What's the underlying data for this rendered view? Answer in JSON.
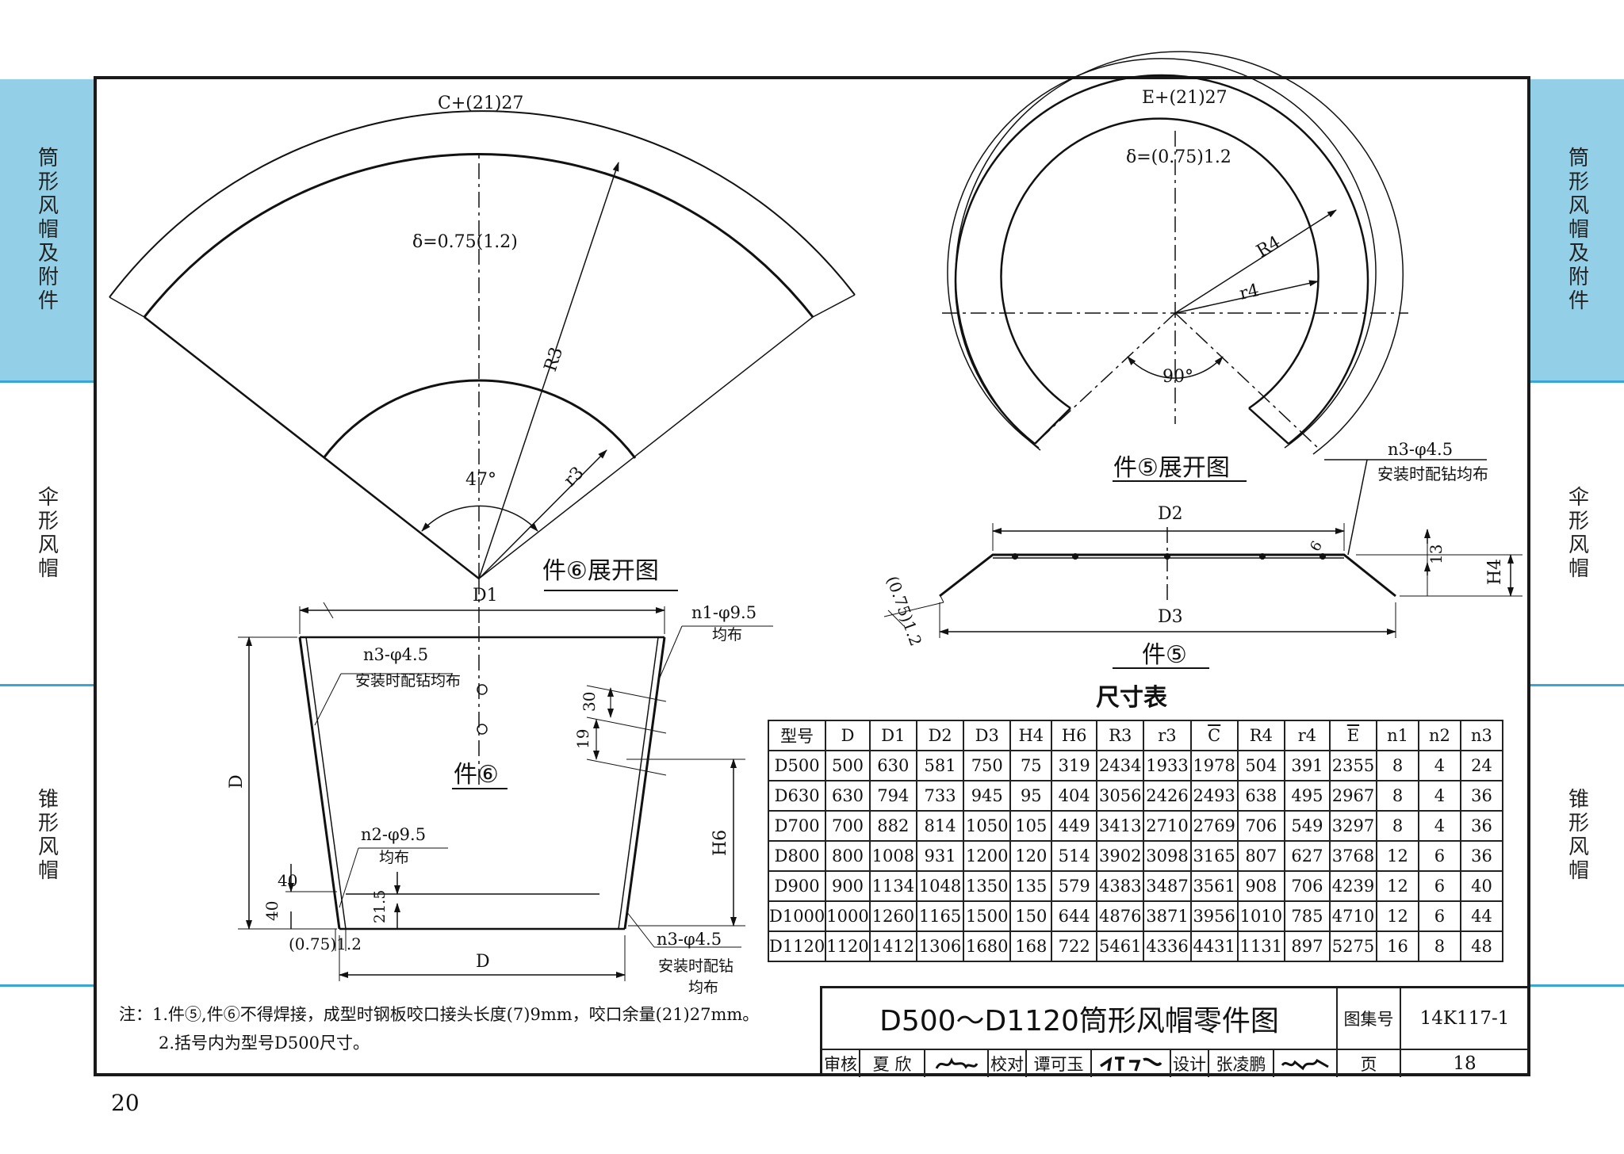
{
  "side_tabs_left": [
    "筒形风帽及附件",
    "伞形风帽",
    "锥形风帽"
  ],
  "side_tabs_right": [
    "筒形风帽及附件",
    "伞形风帽",
    "锥形风帽"
  ],
  "drawing": {
    "part6_unfold": {
      "arc_label": "C+(21)27",
      "thickness": "δ=0.75(1.2)",
      "r_big": "R3",
      "r_small": "r3",
      "angle": "47°",
      "caption": "件⑥展开图",
      "d1": "D1"
    },
    "part5_unfold": {
      "arc_label": "E+(21)27",
      "thickness": "δ=(0.75)1.2",
      "r_big": "R4",
      "r_small": "r4",
      "angle": "90°",
      "caption": "件⑤展开图"
    },
    "part5": {
      "caption": "件⑤",
      "d2": "D2",
      "d3": "D3",
      "h4": "H4",
      "dim13": "13",
      "dim6": "6",
      "thick": "(0.75)1.2",
      "hole_note_1": "n3-φ4.5",
      "hole_note_2": "安装时配钻均布"
    },
    "part6": {
      "caption": "件⑥",
      "d1": "D1",
      "d": "D",
      "d_left": "D",
      "h6": "H6",
      "n1_1": "n1-φ9.5",
      "n1_2": "均布",
      "n3a_1": "n3-φ4.5",
      "n3a_2": "安装时配钻均布",
      "n2_1": "n2-φ9.5",
      "n2_2": "均布",
      "n3b_1": "n3-φ4.5",
      "n3b_2": "安装时配钻",
      "n3b_3": "均布",
      "dim30": "30",
      "dim19": "19",
      "dim40a": "40",
      "dim40b": "40",
      "dim215": "21.5",
      "thick": "(0.75)1.2"
    }
  },
  "table": {
    "title": "尺寸表",
    "headers": [
      "型号",
      "D",
      "D1",
      "D2",
      "D3",
      "H4",
      "H6",
      "R3",
      "r3",
      "C",
      "R4",
      "r4",
      "E",
      "n1",
      "n2",
      "n3"
    ],
    "rows": [
      [
        "D500",
        "500",
        "630",
        "581",
        "750",
        "75",
        "319",
        "2434",
        "1933",
        "1978",
        "504",
        "391",
        "2355",
        "8",
        "4",
        "24"
      ],
      [
        "D630",
        "630",
        "794",
        "733",
        "945",
        "95",
        "404",
        "3056",
        "2426",
        "2493",
        "638",
        "495",
        "2967",
        "8",
        "4",
        "36"
      ],
      [
        "D700",
        "700",
        "882",
        "814",
        "1050",
        "105",
        "449",
        "3413",
        "2710",
        "2769",
        "706",
        "549",
        "3297",
        "8",
        "4",
        "36"
      ],
      [
        "D800",
        "800",
        "1008",
        "931",
        "1200",
        "120",
        "514",
        "3902",
        "3098",
        "3165",
        "807",
        "627",
        "3768",
        "12",
        "6",
        "36"
      ],
      [
        "D900",
        "900",
        "1134",
        "1048",
        "1350",
        "135",
        "579",
        "4383",
        "3487",
        "3561",
        "908",
        "706",
        "4239",
        "12",
        "6",
        "40"
      ],
      [
        "D1000",
        "1000",
        "1260",
        "1165",
        "1500",
        "150",
        "644",
        "4876",
        "3871",
        "3956",
        "1010",
        "785",
        "4710",
        "12",
        "6",
        "44"
      ],
      [
        "D1120",
        "1120",
        "1412",
        "1306",
        "1680",
        "168",
        "722",
        "5461",
        "4336",
        "4431",
        "1131",
        "897",
        "5275",
        "16",
        "8",
        "48"
      ]
    ]
  },
  "notes": [
    "注：1.件⑤,件⑥不得焊接，成型时钢板咬口接头长度(7)9mm，咬口余量(21)27mm。",
    "2.括号内为型号D500尺寸。"
  ],
  "title_block": {
    "title": "D500～D1120筒形风帽零件图",
    "atlas_label": "图集号",
    "atlas_no": "14K117-1",
    "review_label": "审核",
    "reviewer": "夏 欣",
    "check_label": "校对",
    "checker": "谭可玉",
    "design_label": "设计",
    "designer": "张凌鹏",
    "page_label": "页",
    "page_no": "18"
  },
  "page_number": "20"
}
